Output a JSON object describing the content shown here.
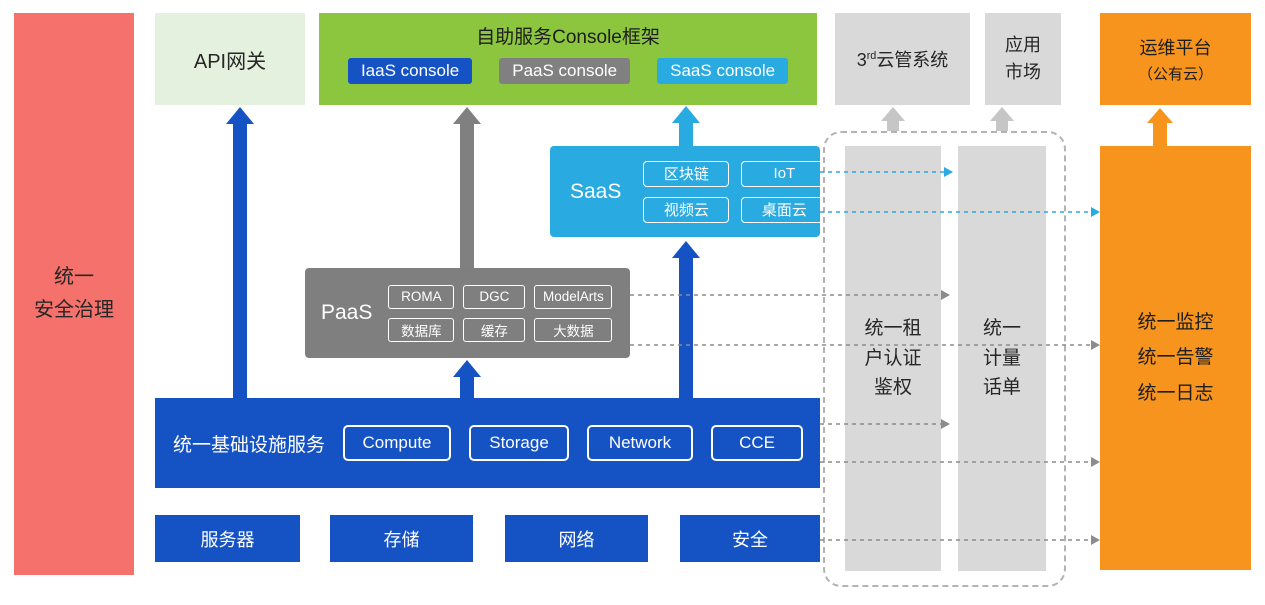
{
  "colors": {
    "red_bar": "#F5716C",
    "blue": "#1553C5",
    "green": "#8CC63F",
    "light_green": "#E3F1DE",
    "cyan": "#29ABE2",
    "gray_dark": "#7F7F7F",
    "gray_light": "#D9D9D9",
    "orange": "#F7941E"
  },
  "left_bar": {
    "label": "统一\n安全治理"
  },
  "api_gateway": {
    "label": "API网关"
  },
  "console_frame": {
    "title": "自助服务Console框架",
    "chips": [
      {
        "label": "IaaS console"
      },
      {
        "label": "PaaS console"
      },
      {
        "label": "SaaS console"
      }
    ]
  },
  "third_cloud": {
    "base": "3",
    "sup": "rd",
    "rest": "云管系统"
  },
  "app_market": {
    "label": "应用\n市场"
  },
  "om_platform": {
    "line1": "运维平台",
    "line2": "（公有云）"
  },
  "saas": {
    "label": "SaaS",
    "items": [
      "区块链",
      "IoT",
      "视频云",
      "桌面云"
    ]
  },
  "paas": {
    "label": "PaaS",
    "items": [
      "ROMA",
      "DGC",
      "ModelArts",
      "数据库",
      "缓存",
      "大数据"
    ]
  },
  "iaas": {
    "label": "统一基础设施服务",
    "items": [
      "Compute",
      "Storage",
      "Network",
      "CCE"
    ]
  },
  "infra_row": [
    "服务器",
    "存储",
    "网络",
    "安全"
  ],
  "right_bars": {
    "auth": "统一租\n户认证\n鉴权",
    "billing": "统一\n计量\n话单",
    "monitor": "统一监控\n统一告警\n统一日志"
  }
}
